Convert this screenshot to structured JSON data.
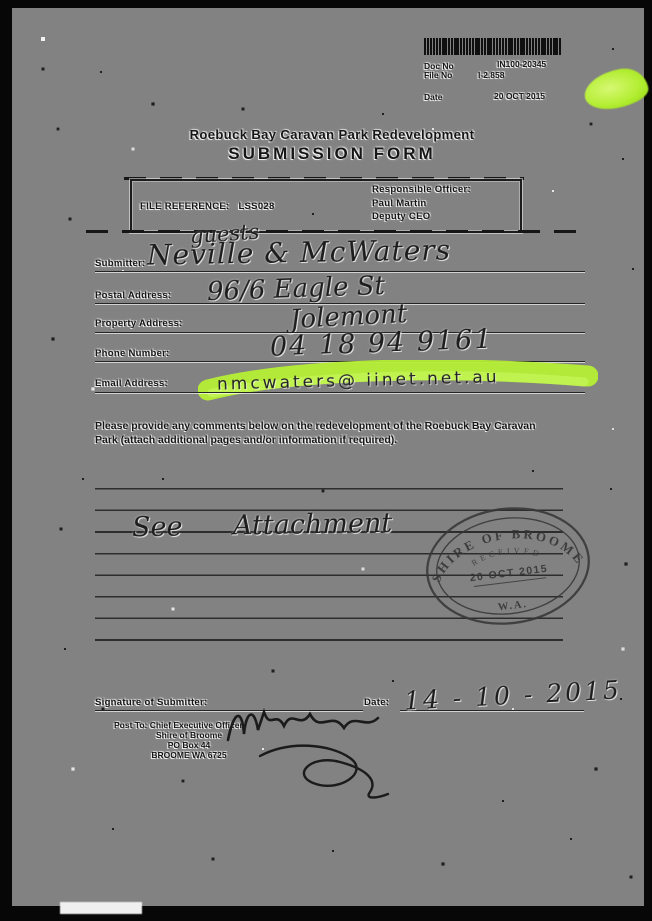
{
  "header": {
    "doc_no_label": "Doc No",
    "doc_no_value": "IN100-20345",
    "file_no_label": "File No",
    "file_no_value": "I-2.858",
    "date_label": "Date",
    "date_value": "20 OCT 2015"
  },
  "title": {
    "line1": "Roebuck Bay Caravan Park Redevelopment",
    "line2": "SUBMISSION FORM"
  },
  "reference": {
    "file_label": "FILE REFERENCE:",
    "file_value": "LSS028",
    "officer_label": "Responsible Officer:",
    "officer_name": "Paul Martin",
    "officer_title": "Deputy CEO"
  },
  "fields": {
    "submitter_label": "Submitter:",
    "postal_label": "Postal Address:",
    "property_label": "Property Address:",
    "phone_label": "Phone Number:",
    "email_label": "Email Address:"
  },
  "handwriting": {
    "annotation": "guests",
    "submitter": "Neville & McWaters",
    "postal": "96/6 Eagle St",
    "property": "Jolemont",
    "phone": "04 18 94 9161",
    "email": "nmcwaters@ iinet.net.au",
    "comment": "See Attachment",
    "date": "14 - 10 - 2015"
  },
  "instruction": "Please provide any comments below on the redevelopment of the Roebuck Bay Caravan Park (attach additional pages and/or information if required).",
  "received_stamp": {
    "arc_top": "SHIRE OF BROOME",
    "arc_inner": "RECEIVED",
    "date": "20 OCT 2015",
    "bottom": "W.A."
  },
  "footer": {
    "signature_label": "Signature of Submitter:",
    "date_label": "Date:",
    "post_line1": "Post To: Chief Executive Officer",
    "post_line2": "Shire of Broome",
    "post_line3": "PO Box 44",
    "post_line4": "BROOME WA 6725"
  }
}
